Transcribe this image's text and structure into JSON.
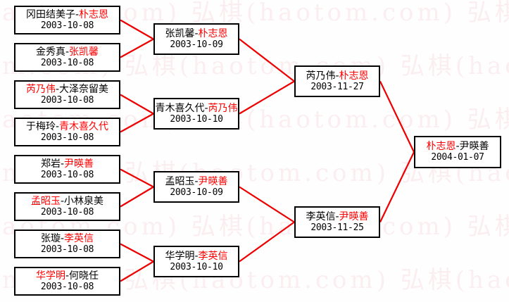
{
  "diagram": {
    "type": "single-elimination-bracket",
    "title": "",
    "winner_color": "#ff0000",
    "loser_color": "#000000",
    "line_color": "#ee0000",
    "box_border_color": "#000000",
    "background_color": "#fefefe",
    "watermark": {
      "text": "弘棋(haotom.com)",
      "color": "#fbeef0"
    }
  },
  "rounds": [
    {
      "name": "round-1",
      "matches": [
        {
          "left": "冈田结美子",
          "right": "朴志恩",
          "winner": "right",
          "date": "2003-10-08"
        },
        {
          "left": "金秀真",
          "right": "张凯馨",
          "winner": "right",
          "date": "2003-10-08"
        },
        {
          "left": "芮乃伟",
          "right": "大泽奈留美",
          "winner": "left",
          "date": "2003-10-08"
        },
        {
          "left": "于梅玲",
          "right": "青木喜久代",
          "winner": "right",
          "date": "2003-10-08"
        },
        {
          "left": "郑岩",
          "right": "尹暎善",
          "winner": "right",
          "date": "2003-10-08"
        },
        {
          "left": "孟昭玉",
          "right": "小林泉美",
          "winner": "left",
          "date": "2003-10-08"
        },
        {
          "left": "张璇",
          "right": "李英信",
          "winner": "right",
          "date": "2003-10-08"
        },
        {
          "left": "华学明",
          "right": "何晓任",
          "winner": "left",
          "date": "2003-10-08"
        }
      ]
    },
    {
      "name": "round-2",
      "matches": [
        {
          "left": "张凯馨",
          "right": "朴志恩",
          "winner": "right",
          "date": "2003-10-09"
        },
        {
          "left": "青木喜久代",
          "right": "芮乃伟",
          "winner": "right",
          "date": "2003-10-10"
        },
        {
          "left": "孟昭玉",
          "right": "尹暎善",
          "winner": "right",
          "date": "2003-10-09"
        },
        {
          "left": "华学明",
          "right": "李英信",
          "winner": "right",
          "date": "2003-10-10"
        }
      ]
    },
    {
      "name": "semifinal",
      "matches": [
        {
          "left": "芮乃伟",
          "right": "朴志恩",
          "winner": "right",
          "date": "2003-11-27"
        },
        {
          "left": "李英信",
          "right": "尹暎善",
          "winner": "right",
          "date": "2003-11-25"
        }
      ]
    },
    {
      "name": "final",
      "matches": [
        {
          "left": "朴志恩",
          "right": "尹暎善",
          "winner": "left",
          "date": "2004-01-07"
        }
      ]
    }
  ]
}
